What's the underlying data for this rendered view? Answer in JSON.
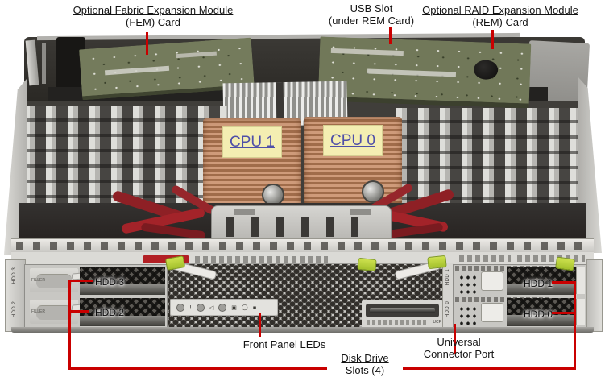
{
  "callouts_top": {
    "fem_line1": "Optional Fabric Expansion Module",
    "fem_line2": "(FEM) Card",
    "usb_line1": "USB Slot",
    "usb_line2": "(under REM Card)",
    "rem_line1": "Optional RAID Expansion Module",
    "rem_line2": "(REM) Card"
  },
  "callouts_bottom": {
    "front_panel_leds": "Front Panel LEDs",
    "ucp_line1": "Universal",
    "ucp_line2": "Connector Port",
    "disk_line1": "Disk Drive",
    "disk_line2": "Slots (4)"
  },
  "board_labels": {
    "cpu1": "CPU 1",
    "cpu0": "CPU 0"
  },
  "drive_labels": {
    "hdd3": "HDD 3",
    "hdd2": "HDD 2",
    "hdd1": "HDD 1",
    "hdd0": "HDD 0",
    "filler": "FILLER",
    "ucp_port": "UCP",
    "edge_left_top": "HDD 3",
    "edge_left_bottom": "HDD 2",
    "edge_right_top": "HDD 1",
    "edge_right_bottom": "HDD 0"
  },
  "icons": {
    "led_locate": "!",
    "led_service": "◁",
    "led_ok": "▣",
    "led_power": "○",
    "led_nmi": "▪"
  },
  "colors": {
    "callout_red": "#c90000",
    "pcb_green": "#747b5c",
    "copper": "#b5795a",
    "sticker_yellow": "#f4eeb2",
    "cpu_text_blue": "#4f4fa8",
    "latch_green": "#b8d23e"
  }
}
